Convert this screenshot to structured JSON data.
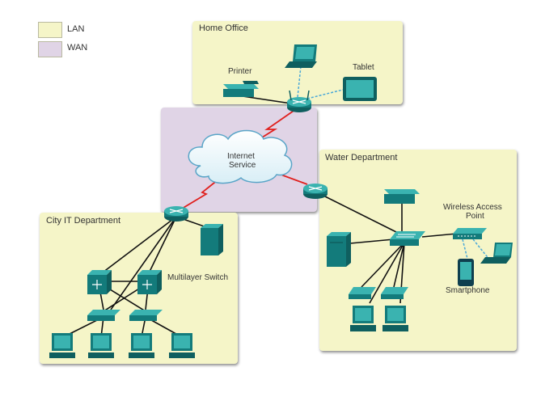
{
  "legend": [
    {
      "label": "LAN",
      "color": "#f5f5c8"
    },
    {
      "label": "WAN",
      "color": "#e0d4e6"
    }
  ],
  "zones": {
    "home_office": "Home Office",
    "water_department": "Water Department",
    "city_it_department": "City IT Department"
  },
  "labels": {
    "printer": "Printer",
    "tablet": "Tablet",
    "internet_line1": "Internet",
    "internet_line2": "Service",
    "wap_line1": "Wireless Access",
    "wap_line2": "Point",
    "smartphone": "Smartphone",
    "multilayer_switch": "Multilayer Switch"
  },
  "colors": {
    "lan": "#f5f5c8",
    "wan": "#e0d4e6",
    "device_teal": "#1b8a8a",
    "device_dark": "#0f5f5f",
    "serial_link": "#e0201e",
    "wireless_link": "#4aa8d8"
  }
}
